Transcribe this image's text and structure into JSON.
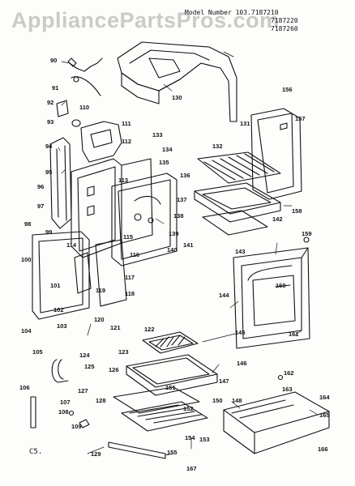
{
  "watermark": "AppliancePartsPros.com",
  "model": {
    "heading": "Model Number 103.7187210",
    "numbers": [
      "7187220",
      "7187260"
    ]
  },
  "footer_code": "C5.",
  "part_numbers": [
    "90",
    "91",
    "92",
    "93",
    "94",
    "95",
    "96",
    "97",
    "98",
    "99",
    "100",
    "101",
    "102",
    "103",
    "104",
    "105",
    "106",
    "107",
    "108",
    "109",
    "110",
    "111",
    "112",
    "113",
    "114",
    "115",
    "116",
    "117",
    "118",
    "119",
    "120",
    "121",
    "122",
    "123",
    "124",
    "125",
    "126",
    "127",
    "128",
    "129",
    "130",
    "131",
    "132",
    "133",
    "134",
    "135",
    "136",
    "137",
    "138",
    "139",
    "140",
    "141",
    "142",
    "143",
    "144",
    "145",
    "146",
    "147",
    "148",
    "150",
    "151",
    "152",
    "153",
    "154",
    "155",
    "156",
    "157",
    "158",
    "159",
    "160",
    "161",
    "162",
    "163",
    "164",
    "165",
    "166",
    "167"
  ],
  "colors": {
    "ink": "#111111",
    "watermark": "#a0a0a0",
    "background": "#fdfdfb"
  }
}
